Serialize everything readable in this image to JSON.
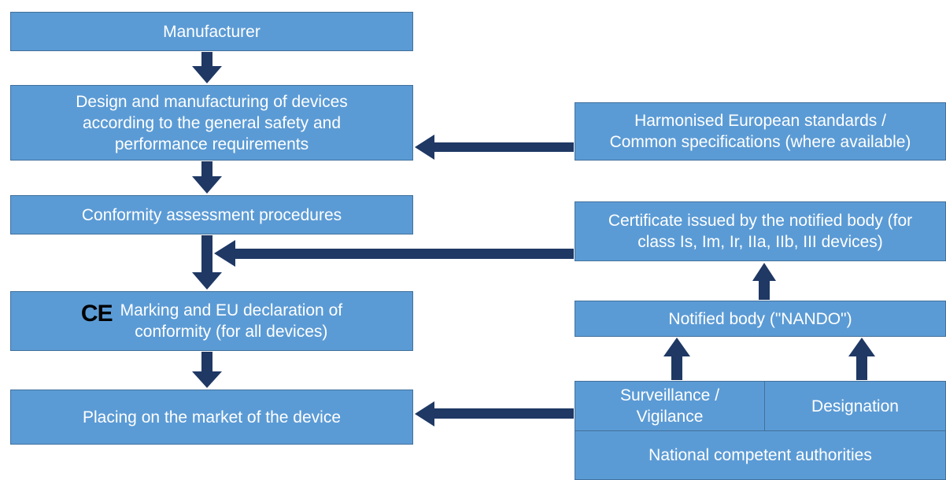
{
  "left_column": {
    "manufacturer": "Manufacturer",
    "design": "Design and manufacturing of devices\naccording to the general safety and\nperformance requirements",
    "conformity": "Conformity assessment procedures",
    "marking": "Marking and EU declaration of\nconformity (for all devices)",
    "ce_mark": "CE",
    "placing": "Placing on the market of the device"
  },
  "right_column": {
    "standards": "Harmonised European standards /\nCommon specifications (where available)",
    "certificate": "Certificate issued by the notified body (for\nclass Is, Im, Ir, IIa, IIb, III devices)",
    "notified_body": "Notified body (\"NANDO\")",
    "surveillance": "Surveillance /\nVigilance",
    "designation": "Designation",
    "authorities": "National competent authorities"
  },
  "colors": {
    "box_fill": "#5b9bd5",
    "box_border": "#41719c",
    "arrow": "#1f3864",
    "text": "#ffffff"
  }
}
